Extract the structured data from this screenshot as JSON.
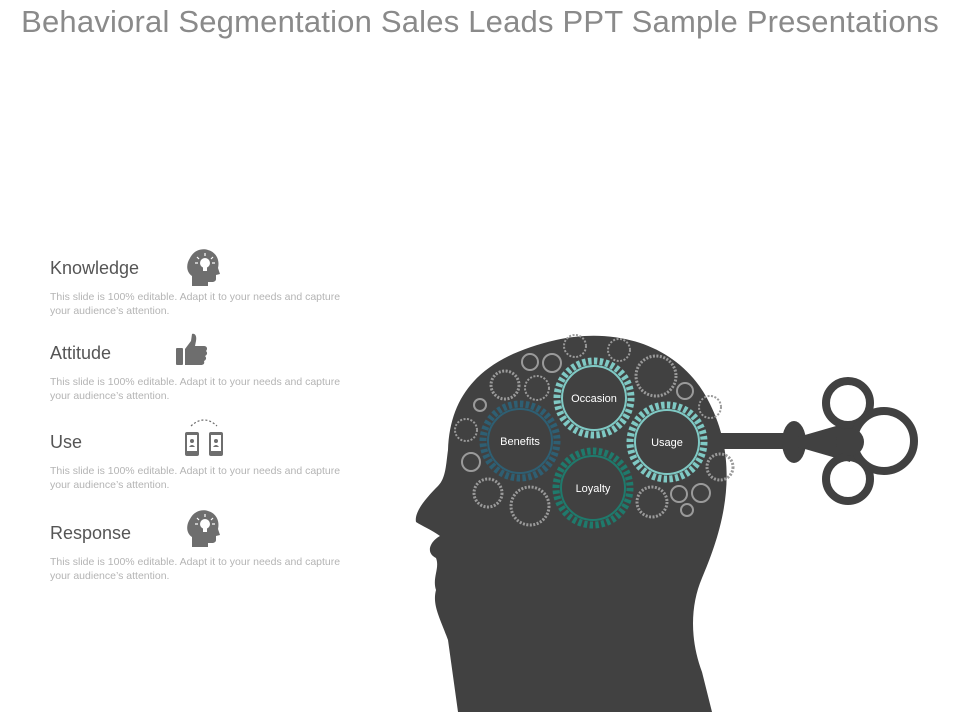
{
  "slide": {
    "title": "Behavioral Segmentation Sales Leads PPT Sample Presentations",
    "items": [
      {
        "label": "Knowledge",
        "description": "This slide is 100% editable. Adapt it to your needs and capture your audience’s attention.",
        "icon": "head-lightbulb-icon"
      },
      {
        "label": "Attitude",
        "description": "This slide is 100% editable. Adapt it to your needs and capture your audience’s attention.",
        "icon": "thumbs-up-icon"
      },
      {
        "label": "Use",
        "description": "This slide is 100% editable. Adapt it to your needs and capture your audience’s attention.",
        "icon": "two-phones-icon"
      },
      {
        "label": "Response",
        "description": "This slide is 100% editable. Adapt it to your needs and capture your audience’s attention.",
        "icon": "head-lightbulb-icon"
      }
    ],
    "gears": [
      {
        "label": "Occasion",
        "color": "#7fc9c4"
      },
      {
        "label": "Benefits",
        "color": "#2e5f73"
      },
      {
        "label": "Usage",
        "color": "#7fc9c4"
      },
      {
        "label": "Loyalty",
        "color": "#1f7a6c"
      }
    ],
    "colors": {
      "head": "#414141",
      "title": "#8a8a8a",
      "icon": "#6e6e6e",
      "small_gear": "#9a9a9a"
    }
  }
}
